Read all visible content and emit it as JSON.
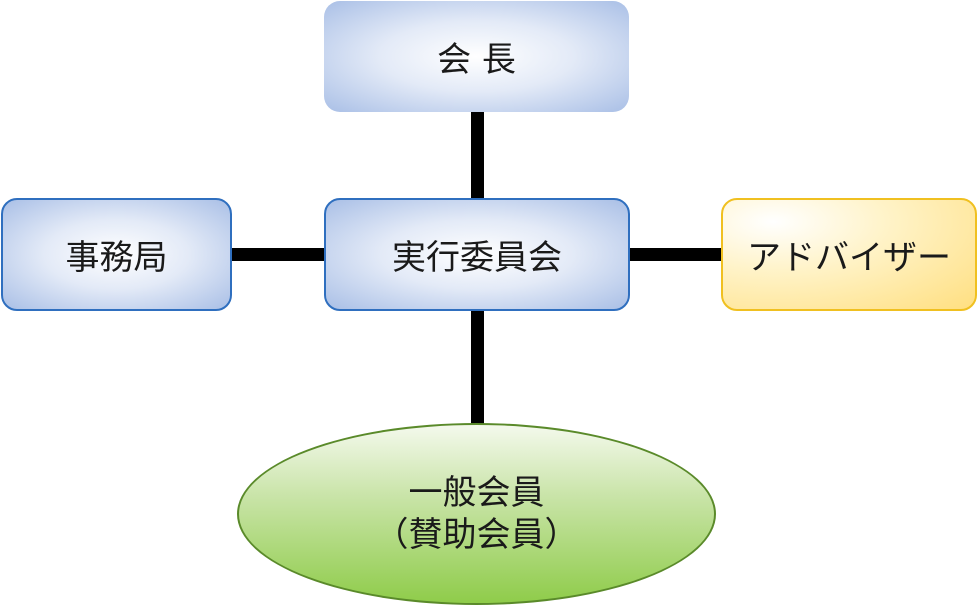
{
  "nodes": {
    "president": {
      "label": "会 長"
    },
    "secretariat": {
      "label": "事務局"
    },
    "executive_committee": {
      "label": "実行委員会"
    },
    "advisor": {
      "label": "アドバイザー"
    },
    "general_members": {
      "line1": "一般会員",
      "line2": "（賛助会員）"
    }
  },
  "colors": {
    "blue_border": "#2f6fbf",
    "yellow_border": "#f0c020",
    "green_border": "#5a8a2a",
    "connector": "#000000"
  }
}
